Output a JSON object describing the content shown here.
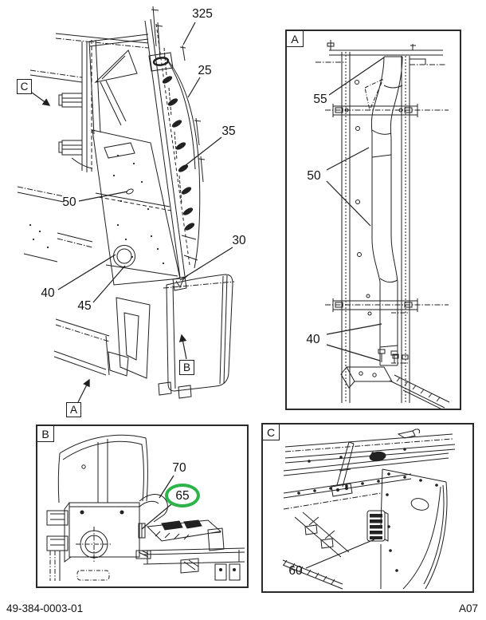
{
  "page": {
    "footer_left": "49-384-0003-01",
    "footer_right": "A07"
  },
  "colors": {
    "line": "#1f1f1f",
    "highlight": "#2cb34a",
    "background": "#ffffff"
  },
  "main_view": {
    "description": "cowl-and-cab-assembly-isometric-view",
    "callouts": [
      {
        "id": "325",
        "label": "325"
      },
      {
        "id": "25",
        "label": "25"
      },
      {
        "id": "35",
        "label": "35"
      },
      {
        "id": "50",
        "label": "50"
      },
      {
        "id": "30",
        "label": "30"
      },
      {
        "id": "40",
        "label": "40"
      },
      {
        "id": "45",
        "label": "45"
      }
    ],
    "detail_markers": [
      {
        "id": "C",
        "label": "C"
      },
      {
        "id": "B",
        "label": "B"
      },
      {
        "id": "A",
        "label": "A"
      }
    ]
  },
  "detail_a": {
    "panel_label": "A",
    "callouts": [
      {
        "id": "55",
        "label": "55"
      },
      {
        "id": "50",
        "label": "50"
      },
      {
        "id": "40",
        "label": "40"
      }
    ]
  },
  "detail_b": {
    "panel_label": "B",
    "callouts": [
      {
        "id": "70",
        "label": "70"
      },
      {
        "id": "65",
        "label": "65",
        "highlighted": true
      }
    ]
  },
  "detail_c": {
    "panel_label": "C",
    "callouts": [
      {
        "id": "60",
        "label": "60"
      }
    ]
  }
}
